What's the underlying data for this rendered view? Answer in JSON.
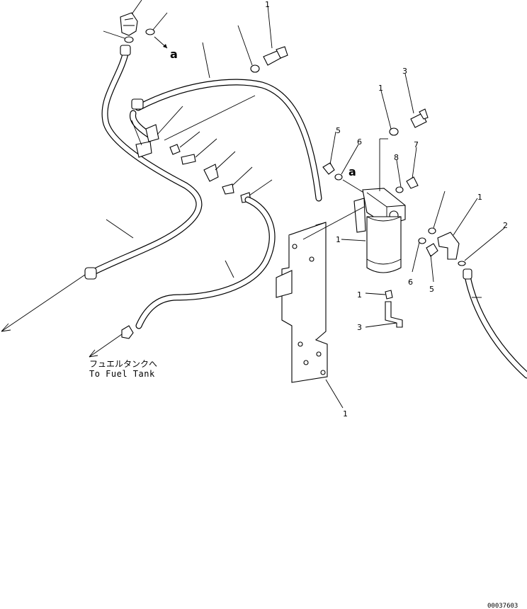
{
  "callouts": {
    "bolt_top": "1",
    "bolt_right": "3",
    "washer_right": "1",
    "cap_left": "5",
    "oring_a": "6",
    "oring_b": "8",
    "plug_right": "7",
    "elbow_right": "1",
    "oring_right": "2",
    "filter_body": "1",
    "plug_lower": "5",
    "oring_lower": "6",
    "nipple": "1",
    "tube": "3",
    "bracket": "1"
  },
  "detail_labels": {
    "top_a": "a",
    "filter_a": "a"
  },
  "destination": {
    "jp": "フュエルタンクへ",
    "en": "To Fuel Tank"
  },
  "drawing_code": "00037603"
}
